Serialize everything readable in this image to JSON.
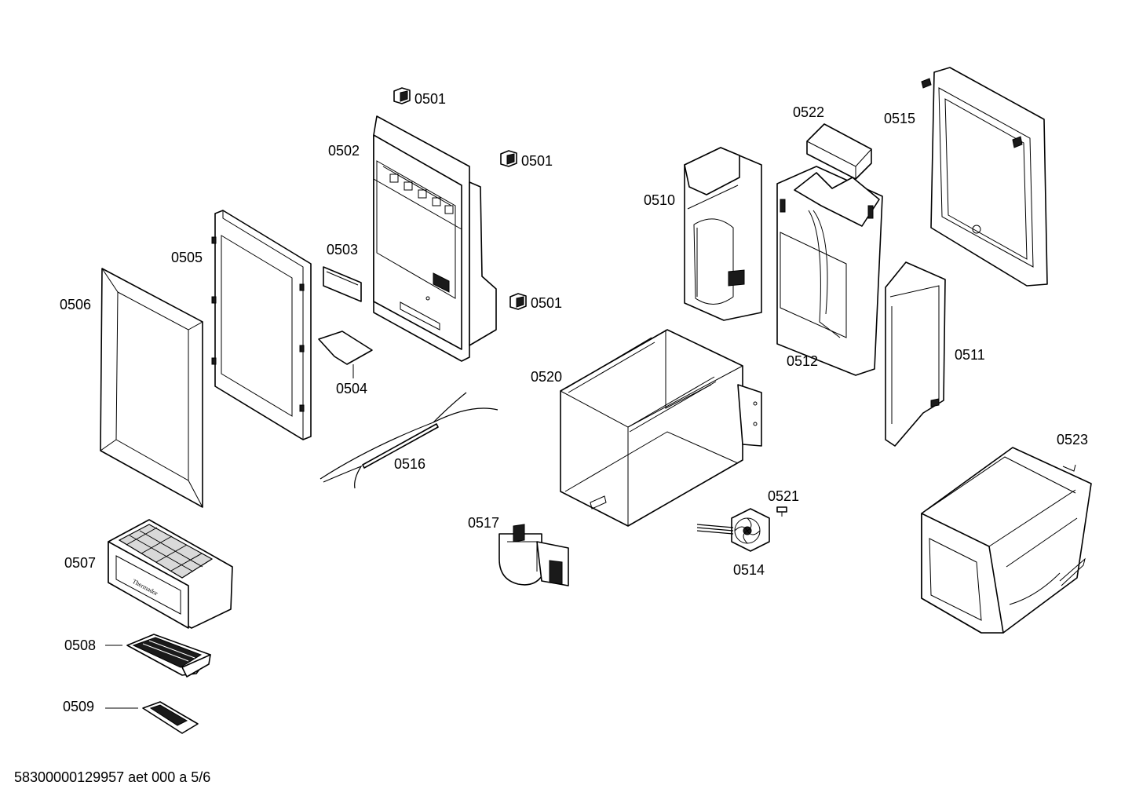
{
  "document_id": "58300000129957 aet 000 a 5/6",
  "labels": {
    "p0501": "0501",
    "p0502": "0502",
    "p0503": "0503",
    "p0504": "0504",
    "p0505": "0505",
    "p0506": "0506",
    "p0507": "0507",
    "p0508": "0508",
    "p0509": "0509",
    "p0510": "0510",
    "p0511": "0511",
    "p0512": "0512",
    "p0514": "0514",
    "p0515": "0515",
    "p0516": "0516",
    "p0517": "0517",
    "p0520": "0520",
    "p0521": "0521",
    "p0522": "0522",
    "p0523": "0523"
  },
  "colors": {
    "line": "#000000",
    "background": "#ffffff"
  }
}
